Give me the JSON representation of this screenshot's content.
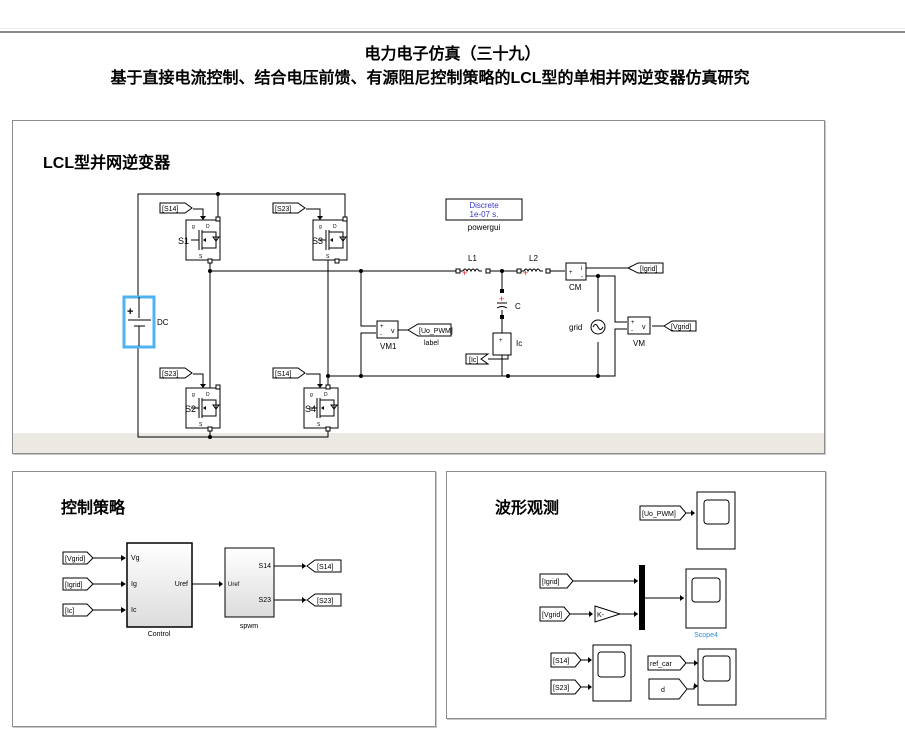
{
  "header": {
    "title_line1": "电力电子仿真（三十九）",
    "title_line2": "基于直接电流控制、结合电压前馈、有源阻尼控制策略的LCL型的单相并网逆变器仿真研究"
  },
  "inverter_panel": {
    "title": "LCL型并网逆变器",
    "switches": [
      {
        "name": "S1",
        "goto": "[S14]"
      },
      {
        "name": "S3",
        "goto": "[S23]"
      },
      {
        "name": "S2",
        "goto": "[S23]"
      },
      {
        "name": "S4",
        "goto": "[S14]"
      }
    ],
    "switch_ports": {
      "g": "g",
      "d": "D",
      "s": "S"
    },
    "dc_source": {
      "label": "DC",
      "plus": "+"
    },
    "powergui": {
      "line1": "Discrete",
      "line2": "1e-07 s.",
      "label": "powergui"
    },
    "inductors": [
      "L1",
      "L2"
    ],
    "capacitor": "C",
    "current_meter_grid": {
      "label": "CM",
      "port_out": "i",
      "port_plus": "+",
      "port_minus": "-"
    },
    "current_meter_c": {
      "label": "Ic",
      "port_plus": "+"
    },
    "voltage_meter_pwm": {
      "label": "VM1",
      "port_plus": "+",
      "port_minus": "-",
      "port_out": "v"
    },
    "voltage_meter_grid": {
      "label": "VM",
      "port_plus": "+",
      "port_minus": "-",
      "port_out": "v"
    },
    "grid_source": "grid",
    "tags": {
      "igrid": "[Igrid]",
      "vgrid": "[Vgrid]",
      "uo_pwm": "[Uo_PWM]",
      "ic": "[Ic]",
      "uo_label": "label"
    }
  },
  "control_panel": {
    "title": "控制策略",
    "inputs": [
      "[Vgrid]",
      "[Igrid]",
      "[Ic]"
    ],
    "control_block": {
      "label": "Control",
      "in_ports": [
        "Vg",
        "Ig",
        "Ic"
      ],
      "out_port": "Uref"
    },
    "spwm_block": {
      "label": "spwm",
      "in_port": "Uref",
      "out_ports": [
        "S14",
        "S23"
      ]
    },
    "outputs": [
      "[S14]",
      "[S23]"
    ]
  },
  "waveform_panel": {
    "title": "波形观测",
    "scope1_input": "[Uo_PWM]",
    "scope4_inputs": [
      "[Igrid]",
      "[Vgrid]"
    ],
    "gain_label": "K-",
    "scope4_label": "Scope4",
    "scope_s_inputs": [
      "[S14]",
      "[S23]"
    ],
    "scope_ref_inputs": [
      "ref_car",
      "d"
    ],
    "accent_color": "#2f8fd8"
  },
  "colors": {
    "selection": "#4fb3f0",
    "powergui_text": "#3a3acc",
    "port_red": "#e02020"
  }
}
